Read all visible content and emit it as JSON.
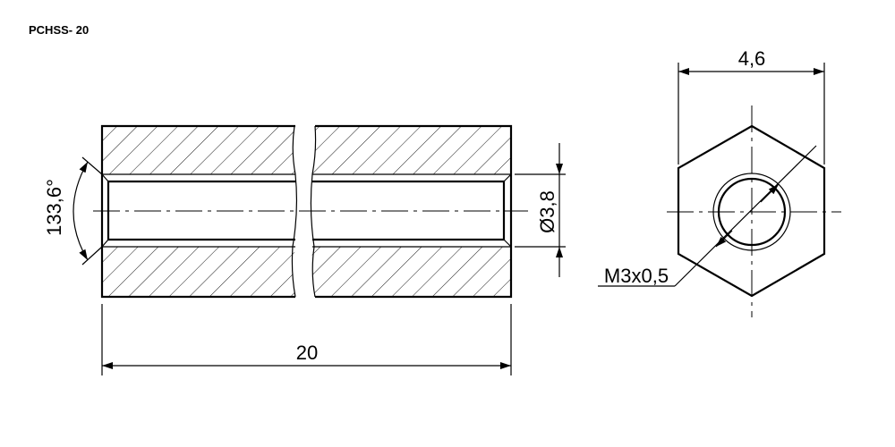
{
  "drawing": {
    "part_number": "PCHSS- 20",
    "dimensions": {
      "length": "20",
      "bore_diameter": "Ø3,8",
      "chamfer_angle": "133,6°",
      "across_flats": "4,6",
      "thread": "M3x0,5"
    }
  }
}
